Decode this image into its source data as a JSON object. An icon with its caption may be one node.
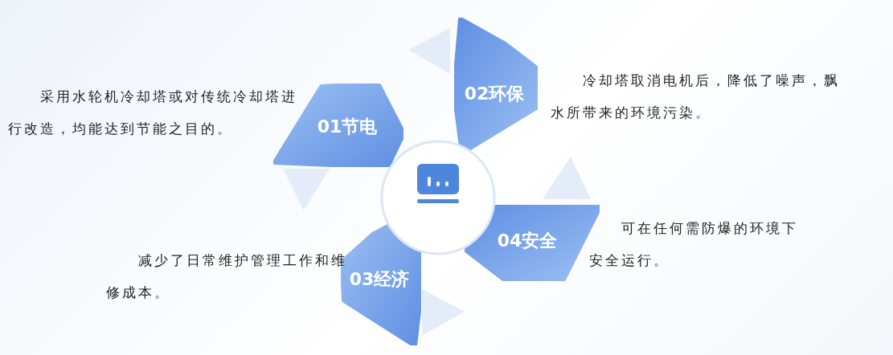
{
  "diagram": {
    "nodes": [
      {
        "text": [
          "01节电"
        ],
        "beside": [
          "采用水轮机冷却塔或对传统冷却塔进行改造，均能达到节能之目的。"
        ]
      },
      {
        "text": [
          "02环保"
        ],
        "beside": [
          "冷却塔取消电机后，降低了噪声，飘水所带来的环境污染。"
        ]
      },
      {
        "text": [
          "03经济"
        ],
        "beside": [
          "减少了日常维护管理工作和维修成本。"
        ]
      },
      {
        "text": [
          "04安全"
        ],
        "beside": [
          "可在任何需防爆的环境下安全运行。"
        ]
      },
      {
        "text": [],
        "shape": "circle"
      }
    ]
  }
}
